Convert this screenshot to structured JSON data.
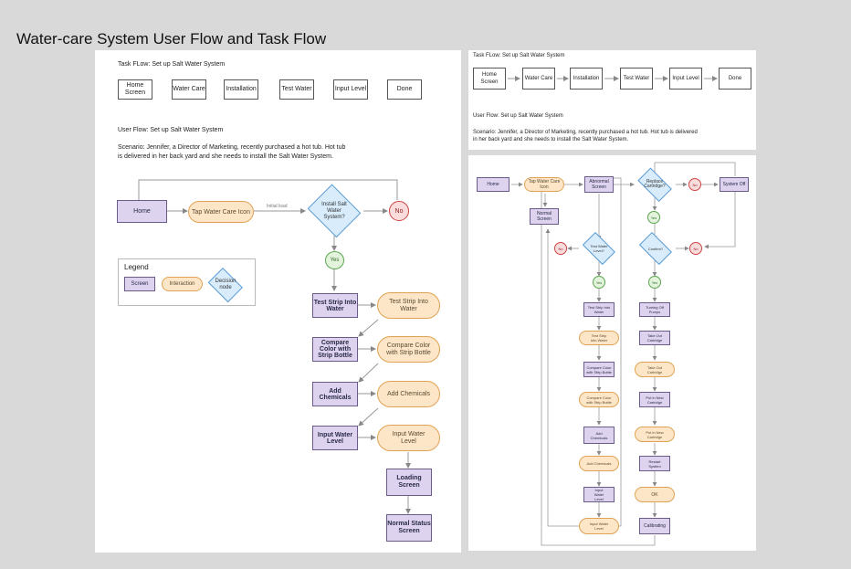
{
  "title": "Water-care System User Flow and Task Flow",
  "left": {
    "task_title": "Task FLow: Set up Salt Water System",
    "task_steps": [
      "Home Screen",
      "Water Care",
      "Installation",
      "Test Water",
      "Input Level",
      "Done"
    ],
    "user_title": "User Flow: Set up Salt Water System",
    "scenario": "Scenario: Jennifer, a Director of Marketing, recently purchased a hot tub. Hot tub is delivered in her back yard and she needs to install the Salt Water System.",
    "home": "Home",
    "tap_icon": "Tap Water Care Icon",
    "initial_load": "Initial load",
    "install_q": "Install Salt Water System?",
    "no": "No",
    "yes": "Yes",
    "legend_title": "Legend",
    "legend_screen": "Screen",
    "legend_interaction": "Interaction",
    "legend_decision": "Decision node",
    "screens": [
      "Test Strip Into Water",
      "Compare Color with Strip Bottle",
      "Add Chemicals",
      "Input Water Level"
    ],
    "interactions": [
      "Test Strip Into Water",
      "Compare Color with Strip Bottle",
      "Add Chemicals",
      "Input Water Level"
    ],
    "loading": "Loading Screen",
    "normal_status": "Normal Status Screen"
  },
  "right_top": {
    "task_title": "Task FLow: Set up Salt Water System",
    "task_steps": [
      "Home Screen",
      "Water Care",
      "Installation",
      "Test Water",
      "Input Level",
      "Done"
    ],
    "user_title": "User Flow: Set up Salt Water System",
    "scenario": "Scenario: Jennifer, a Director of Marketing, recently purchased a hot tub. Hot tub is delivered in her back yard and she needs to install the Salt Water System."
  },
  "right_bottom": {
    "home": "Home",
    "tap_icon": "Tap Water Care Icon",
    "abnormal": "Abnormal Screen",
    "normal": "Normal Screen",
    "replace_q": "Replace Cartridge?",
    "system_off": "System Off",
    "test_level_q": "Test Water Level?",
    "confirm_q": "Confirm?",
    "no": "No",
    "yes": "Yes",
    "left_col": [
      "Test Strip Into Water",
      "Test Strip Into Water",
      "Compare Color with Strip Bottle",
      "Compare Color with Strip Bottle",
      "Add Chemicals",
      "Add Chemicals",
      "Input Water Level",
      "Input Water Level"
    ],
    "right_col": [
      "Turning Off Pumps",
      "Take Out Cartridge",
      "Take Out Cartridge",
      "Put in New Cartridge",
      "Put in New Cartridge",
      "Restart System",
      "OK",
      "Calibrating"
    ]
  }
}
